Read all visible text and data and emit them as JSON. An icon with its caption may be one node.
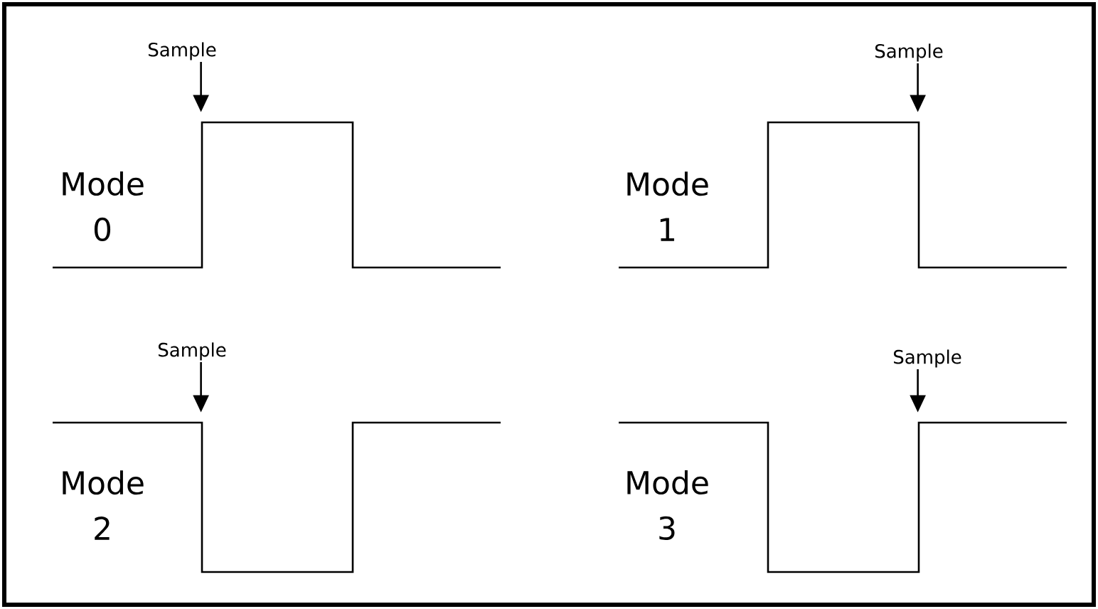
{
  "diagram": {
    "nodes": [
      {
        "text": [
          "Sample"
        ]
      },
      {
        "text": [
          "Sample"
        ]
      },
      {
        "text": [
          "Sample"
        ]
      },
      {
        "text": [
          "Sample"
        ]
      },
      {
        "text": [],
        "shape": "waveform"
      },
      {
        "text": [],
        "shape": "waveform"
      },
      {
        "text": [],
        "shape": "waveform"
      },
      {
        "text": [],
        "shape": "waveform"
      }
    ],
    "edges": [
      {
        "from": 0,
        "to": 4,
        "arrow": "to"
      },
      {
        "from": 1,
        "to": 5,
        "arrow": "to"
      },
      {
        "from": 2,
        "to": 6,
        "arrow": "to"
      },
      {
        "from": 3,
        "to": 7,
        "arrow": "to"
      }
    ],
    "labels": [
      "Mode 0",
      "Mode 1",
      "Mode 2",
      "Mode 3"
    ]
  }
}
